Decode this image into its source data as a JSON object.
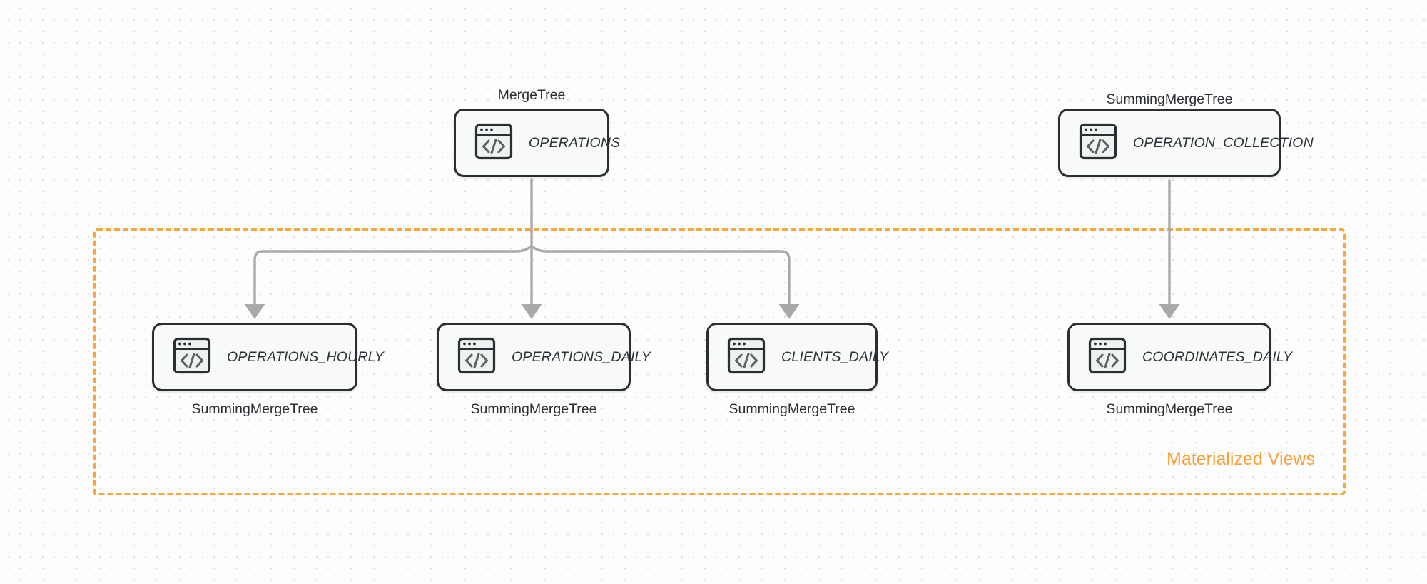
{
  "diagram": {
    "title": "ClickHouse tables and materialized views",
    "colors": {
      "accent": "#f9a73a",
      "node_border": "#2b2f33",
      "node_fill": "#f8f9f9",
      "edge": "#a9a9a9",
      "canvas": "#fdfdfd",
      "grid_dot": "#e3e0e0"
    },
    "group": {
      "label": "Materialized Views",
      "style": "dashed"
    },
    "nodes": [
      {
        "id": "operations",
        "label": "OPERATIONS",
        "engine": "MergeTree",
        "engine_position": "above",
        "icon": "code-window-icon"
      },
      {
        "id": "operation_collection",
        "label": "OPERATION_COLLECTION",
        "engine": "SummingMergeTree",
        "engine_position": "above",
        "icon": "code-window-icon"
      },
      {
        "id": "operations_hourly",
        "label": "OPERATIONS_HOURLY",
        "engine": "SummingMergeTree",
        "engine_position": "below",
        "icon": "code-window-icon"
      },
      {
        "id": "operations_daily",
        "label": "OPERATIONS_DAILY",
        "engine": "SummingMergeTree",
        "engine_position": "below",
        "icon": "code-window-icon"
      },
      {
        "id": "clients_daily",
        "label": "CLIENTS_DAILY",
        "engine": "SummingMergeTree",
        "engine_position": "below",
        "icon": "code-window-icon"
      },
      {
        "id": "coordinates_daily",
        "label": "COORDINATES_DAILY",
        "engine": "SummingMergeTree",
        "engine_position": "below",
        "icon": "code-window-icon"
      }
    ],
    "edges": [
      {
        "from": "operations",
        "to": "operations_hourly",
        "arrow": "end"
      },
      {
        "from": "operations",
        "to": "operations_daily",
        "arrow": "end"
      },
      {
        "from": "operations",
        "to": "clients_daily",
        "arrow": "end"
      },
      {
        "from": "operation_collection",
        "to": "coordinates_daily",
        "arrow": "end"
      }
    ]
  }
}
